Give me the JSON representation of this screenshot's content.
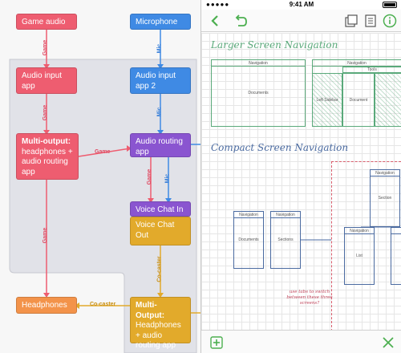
{
  "left": {
    "nodes": {
      "game_audio": "Game audio",
      "microphone": "Microphone",
      "audio_input_app": "Audio input app",
      "audio_input_app_2": "Audio input app 2",
      "multi_output_bold": "Multi-output:",
      "multi_output_rest": "headphones + audio routing app",
      "audio_routing_app": "Audio routing app",
      "voice_chat_in": "Voice Chat In",
      "voice_chat_out": "Voice Chat Out",
      "headphones": "Headphones",
      "multi_output2_bold": "Multi-Output:",
      "multi_output2_rest": "Headphones + audio routing app"
    },
    "labels": {
      "game": "Game",
      "mic": "Mic",
      "cocaster": "Co-caster"
    },
    "colors": {
      "red": "#ee5d70",
      "blue": "#3f8ae4",
      "purple": "#8a55d0",
      "amber": "#e2aa2b",
      "orange": "#f3934a"
    }
  },
  "right": {
    "status": {
      "time": "9:41 AM"
    },
    "toolbar": {
      "back_icon": "chevron-left-icon",
      "undo_icon": "undo-icon",
      "layers_icon": "layers-icon",
      "document_icon": "document-icon",
      "info_icon": "info-icon"
    },
    "canvas": {
      "larger_title": "Larger Screen Navigation",
      "compact_title": "Compact Screen Navigation",
      "navigation": "Navigation",
      "documents": "Documents",
      "tools": "Tools",
      "left_sidebar": "Left Sidebar",
      "document": "Document",
      "sections": "Sections",
      "section": "Section",
      "list": "List",
      "note": "use tabs to switch between these three screens?"
    },
    "bottom": {
      "add_icon": "add-icon",
      "tools_icon": "tools-icon"
    }
  }
}
